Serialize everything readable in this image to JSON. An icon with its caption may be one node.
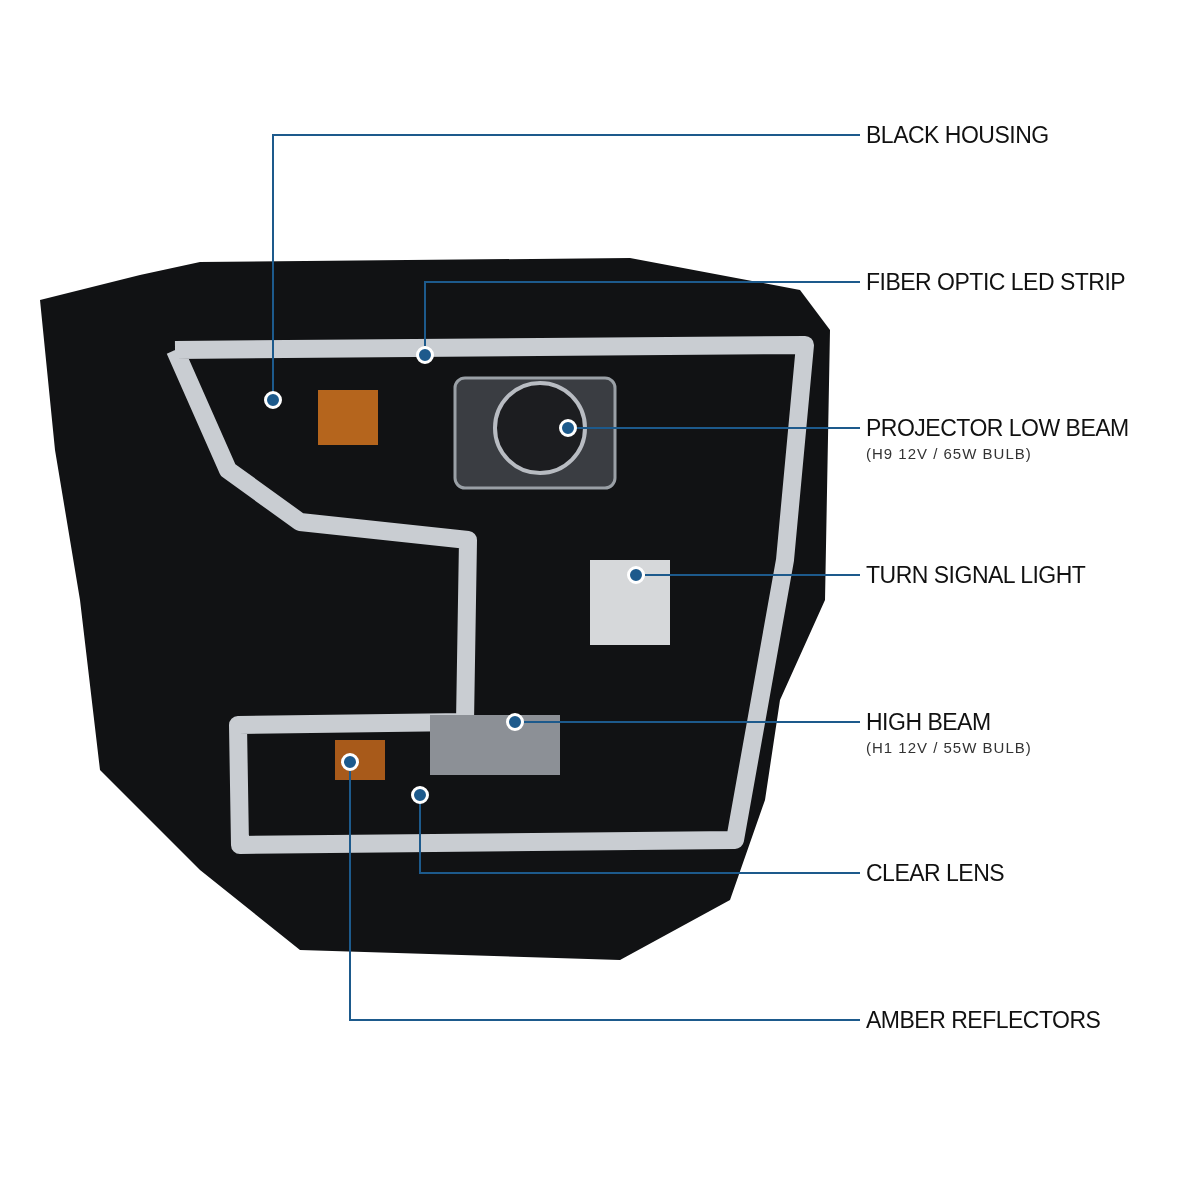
{
  "diagram": {
    "nodes": [
      {
        "text": [
          "BLACK HOUSING"
        ]
      },
      {
        "text": [
          "FIBER OPTIC LED STRIP"
        ]
      },
      {
        "text": [
          "PROJECTOR LOW BEAM",
          "(H9 12V / 65W BULB)"
        ]
      },
      {
        "text": [
          "TURN SIGNAL LIGHT"
        ]
      },
      {
        "text": [
          "HIGH BEAM",
          "(H1 12V / 55W BULB)"
        ]
      },
      {
        "text": [
          "CLEAR LENS"
        ]
      },
      {
        "text": [
          "AMBER REFLECTORS"
        ]
      },
      {
        "text": [],
        "shape": "picture"
      },
      {
        "text": [],
        "shape": "circle",
        "in": 7
      },
      {
        "text": [],
        "shape": "circle",
        "in": 7
      },
      {
        "text": [],
        "shape": "circle",
        "in": 7
      },
      {
        "text": [],
        "shape": "circle",
        "in": 7
      },
      {
        "text": [],
        "shape": "circle",
        "in": 7
      },
      {
        "text": [],
        "shape": "circle",
        "in": 7
      },
      {
        "text": [],
        "shape": "circle",
        "in": 7
      }
    ],
    "edges": [
      {
        "from": 0,
        "to": 8,
        "arrow": "none"
      },
      {
        "from": 1,
        "to": 9,
        "arrow": "none"
      },
      {
        "from": 2,
        "to": 10,
        "arrow": "none"
      },
      {
        "from": 3,
        "to": 11,
        "arrow": "none"
      },
      {
        "from": 4,
        "to": 12,
        "arrow": "none"
      },
      {
        "from": 5,
        "to": 13,
        "arrow": "none"
      },
      {
        "from": 6,
        "to": 14,
        "arrow": "none"
      }
    ]
  }
}
